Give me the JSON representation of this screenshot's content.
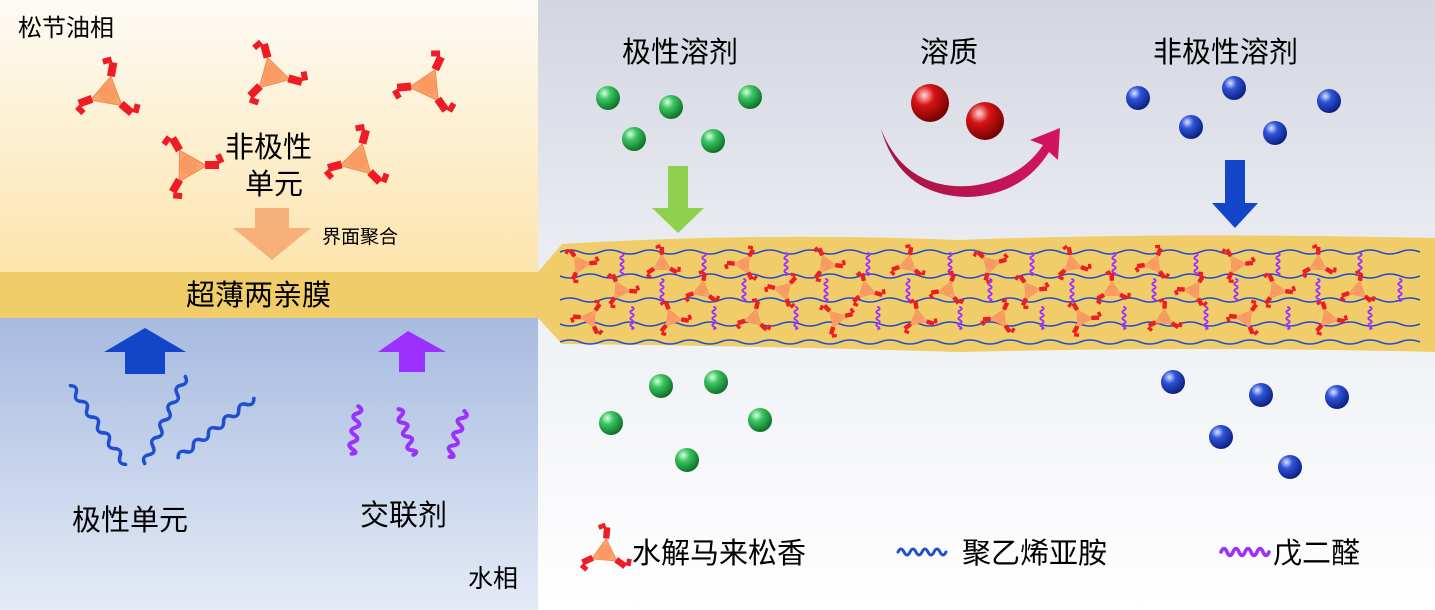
{
  "left_panel": {
    "oil_phase_label": "松节油相",
    "nonpolar_unit_label_line1": "非极性",
    "nonpolar_unit_label_line2": "单元",
    "interfacial_label": "界面聚合",
    "membrane_label": "超薄两亲膜",
    "polar_unit_label": "极性单元",
    "crosslinker_label": "交联剂",
    "water_phase_label": "水相"
  },
  "right_panel": {
    "polar_solvent_label": "极性溶剂",
    "solute_label": "溶质",
    "nonpolar_solvent_label": "非极性溶剂"
  },
  "legend": {
    "item1_label": "水解马来松香",
    "item2_label": "聚乙烯亚胺",
    "item3_label": "戊二醛"
  },
  "colors": {
    "oil_top": "#fdfbf4",
    "oil_bottom": "#fde6b0",
    "membrane": "#f0cd69",
    "water_top": "#a9bde0",
    "water_bottom": "#e2eaf5",
    "right_bg_top": "#d4d7e2",
    "right_bg_bottom": "#ffffff",
    "rosin_body": "#f9a36c",
    "rosin_arm": "#ee1c24",
    "pei": "#1f4fd1",
    "glutaraldehyde": "#9b30ff",
    "green_sphere": "#159b3c",
    "blue_sphere": "#1a35b8",
    "red_sphere": "#c40000",
    "arrow_orange": "#f7b07a",
    "arrow_blue": "#1345c8",
    "arrow_purple": "#9b30ff",
    "arrow_green": "#8fd14f",
    "arrow_magenta": "#c0145a"
  }
}
